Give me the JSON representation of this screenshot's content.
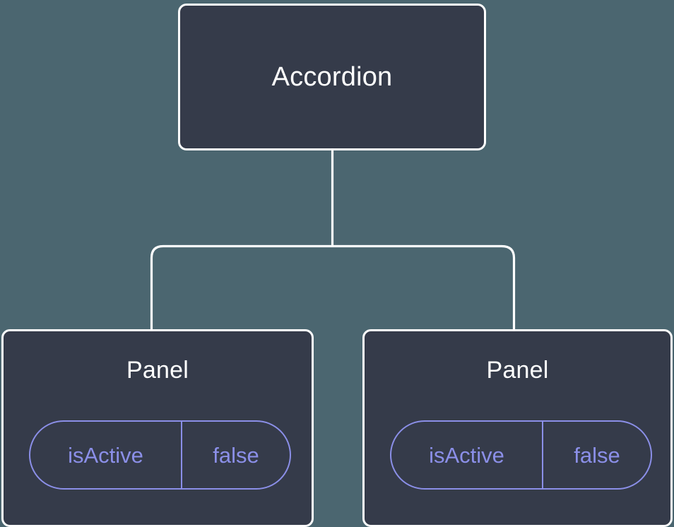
{
  "theme": {
    "background": "#4b6670",
    "node_fill": "#353b4a",
    "node_border": "#ffffff",
    "node_title_color": "#ffffff",
    "prop_accent": "#8b8fe8",
    "connector_color": "#ffffff"
  },
  "tree": {
    "root": {
      "title": "Accordion"
    },
    "children": [
      {
        "title": "Panel",
        "props": [
          {
            "key": "isActive",
            "value": "false"
          }
        ]
      },
      {
        "title": "Panel",
        "props": [
          {
            "key": "isActive",
            "value": "false"
          }
        ]
      }
    ]
  }
}
